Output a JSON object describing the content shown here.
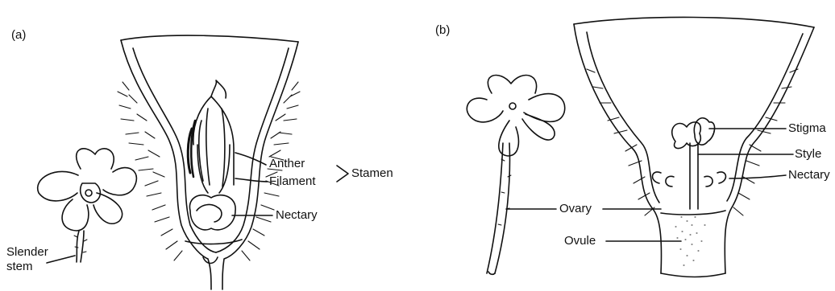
{
  "panel_a": {
    "tag": "(a)",
    "labels": {
      "slender_stem_line1": "Slender",
      "slender_stem_line2": "stem",
      "anther": "Anther",
      "filament": "Filament",
      "stamen": "Stamen",
      "nectary": "Nectary"
    }
  },
  "panel_b": {
    "tag": "(b)",
    "labels": {
      "stigma": "Stigma",
      "style": "Style",
      "nectary": "Nectary",
      "ovary": "Ovary",
      "ovule": "Ovule"
    }
  },
  "colors": {
    "ink": "#111111",
    "background": "#ffffff"
  }
}
